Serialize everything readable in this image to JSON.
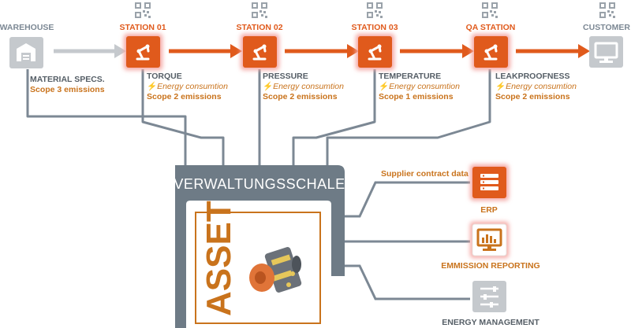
{
  "nodes": {
    "warehouse": {
      "title": "WAREHOUSE",
      "line1": "MATERIAL SPECS.",
      "line2": "Scope 3 emissions"
    },
    "station01": {
      "title": "STATION 01",
      "line1": "TORQUE",
      "line2": "Energy consumtion",
      "line3": "Scope 2 emissions"
    },
    "station02": {
      "title": "STATION 02",
      "line1": "PRESSURE",
      "line2": "Energy consumtion",
      "line3": "Scope 2 emissions"
    },
    "station03": {
      "title": "STATION 03",
      "line1": "TEMPERATURE",
      "line2": "Energy consumtion",
      "line3": "Scope 1 emissions"
    },
    "qa": {
      "title": "QA STATION",
      "line1": "LEAKPROOFNESS",
      "line2": "Energy consumtion",
      "line3": "Scope 2 emissions"
    },
    "customer": {
      "title": "CUSTOMER"
    }
  },
  "shell": {
    "title": "VERWALTUNGSSCHALE",
    "asset": "ASSET"
  },
  "systems": {
    "erp": {
      "label": "ERP",
      "note": "Supplier contract data"
    },
    "emission": {
      "label": "EMMISSION REPORTING"
    },
    "energy": {
      "label": "ENERGY MANAGEMENT"
    }
  },
  "colors": {
    "orange": "#e05a1c",
    "gray": "#7c8894",
    "lightgray": "#cfd3d7",
    "gold": "#c9731c",
    "steel": "#6e7b86",
    "dark": "#555e66"
  },
  "icons": {
    "qr": "qr-code-icon",
    "robot": "robot-arm-icon",
    "bolt": "lightning-icon"
  }
}
